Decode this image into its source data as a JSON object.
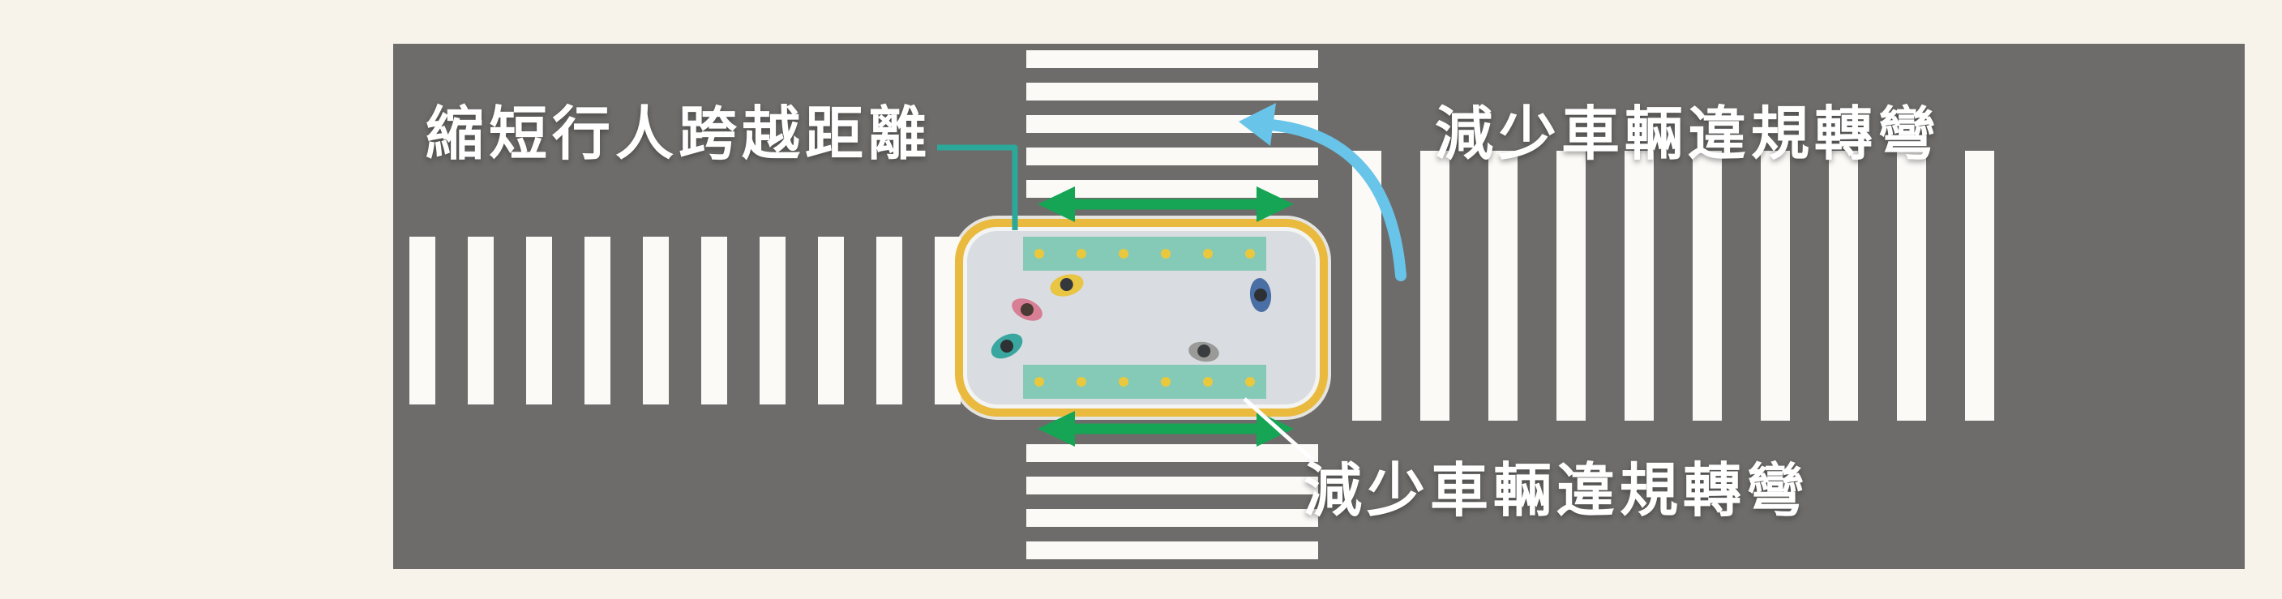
{
  "annotations": {
    "top_left": "縮短行人跨越距離",
    "top_right": "減少車輛違規轉彎",
    "bottom_right": "減少車輛違規轉彎"
  },
  "colors": {
    "background": "#f7f3eb",
    "road": "#6d6c6a",
    "crosswalk_stripe": "#fbfaf7",
    "island_border": "#e9ba3e",
    "island_fill": "#d9dde1",
    "tactile_pad": "#84cab7",
    "tactile_dot": "#e9c83d",
    "pedestrian_flow_arrow": "#15a554",
    "curved_turn_arrow": "#68c4e9",
    "callout_line": "#2ca89a",
    "label_text": "#ffffff"
  },
  "pedestrians": [
    {
      "name": "pedestrian-yellow",
      "color": "#e8c542"
    },
    {
      "name": "pedestrian-pink",
      "color": "#d87f95"
    },
    {
      "name": "pedestrian-teal",
      "color": "#3aa6a0"
    },
    {
      "name": "pedestrian-navy",
      "color": "#4a6fa5"
    },
    {
      "name": "pedestrian-gray",
      "color": "#9a9a98"
    }
  ]
}
